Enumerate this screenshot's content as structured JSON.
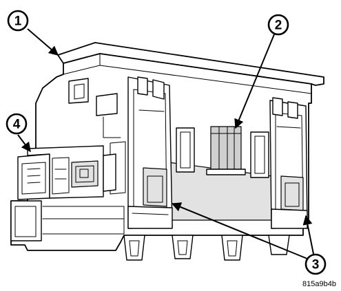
{
  "callouts": {
    "c1": {
      "label": "1"
    },
    "c2": {
      "label": "2"
    },
    "c3": {
      "label": "3"
    },
    "c4": {
      "label": "4"
    }
  },
  "figure_code": "815a9b4b",
  "colors": {
    "line": "#000000",
    "shade_light": "#e2e2e2",
    "shade_dark": "#cfcfcf",
    "background": "#ffffff"
  }
}
